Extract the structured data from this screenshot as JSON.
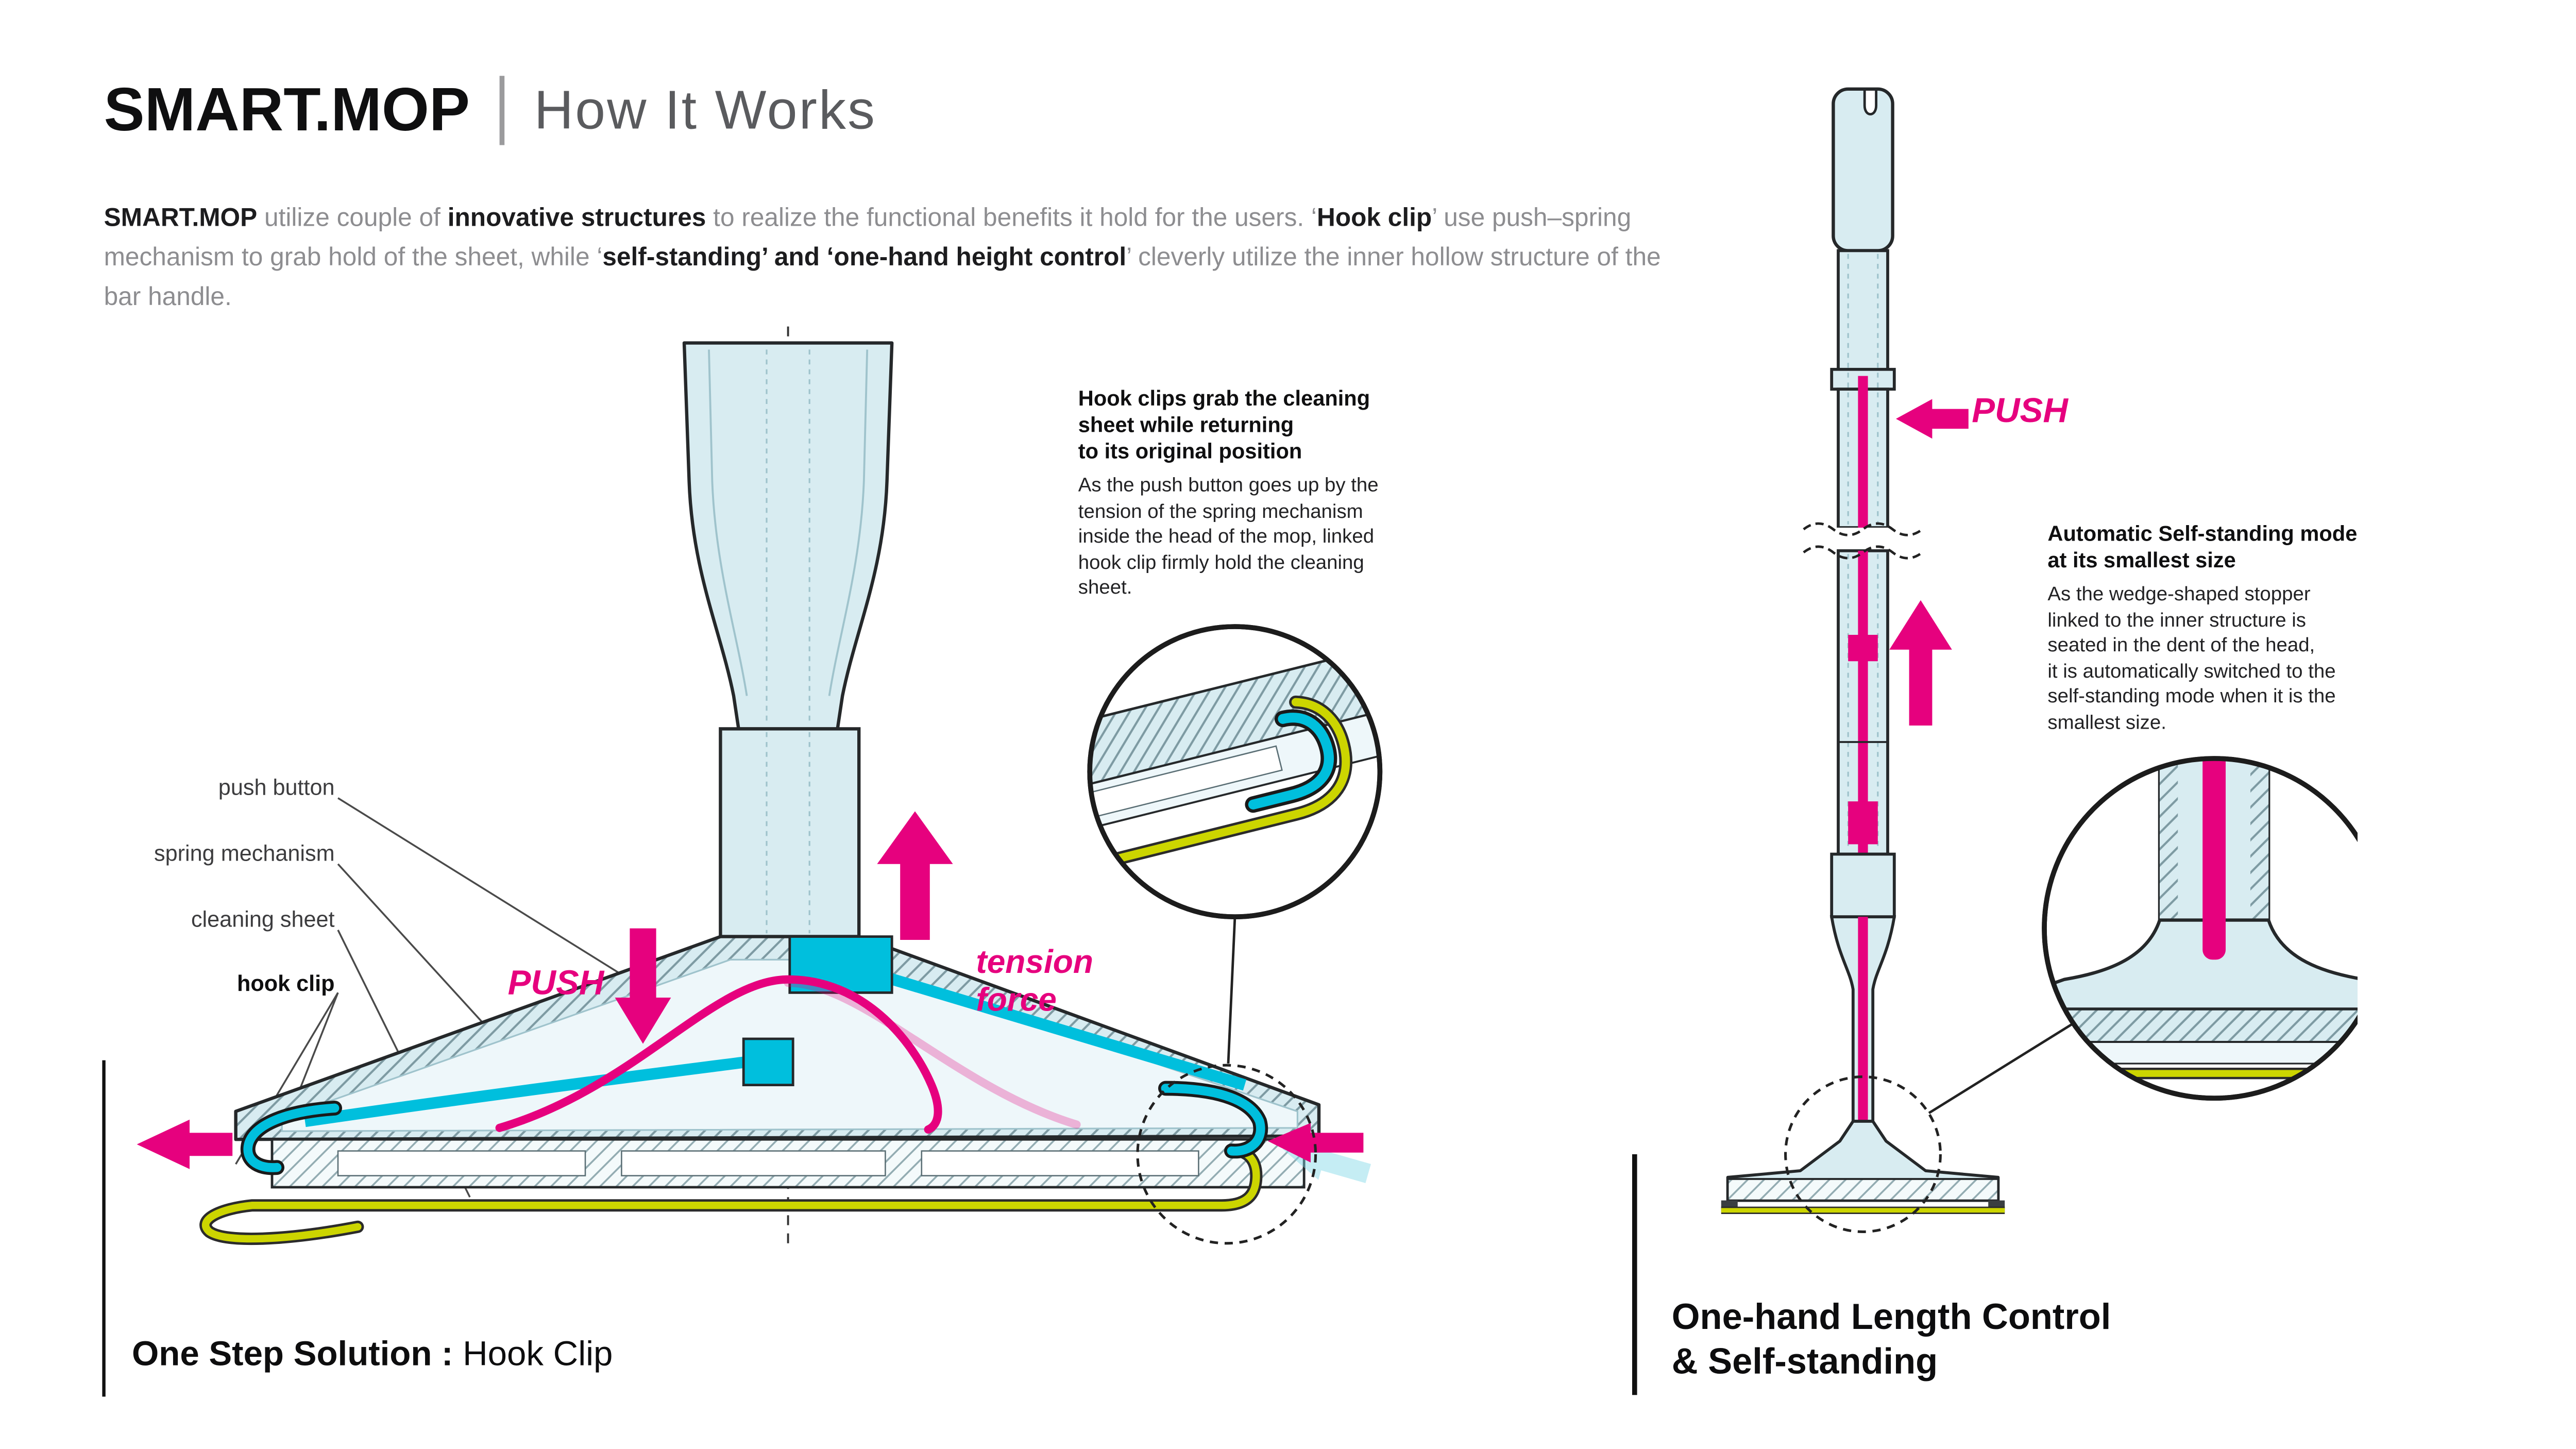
{
  "colors": {
    "magenta": "#E6017E",
    "cyan": "#00BFDD",
    "pale_cyan": "#D8ECF1",
    "lime": "#CCD500",
    "ink": "#231F20",
    "gray_text": "#8D8D90"
  },
  "header": {
    "brand": "SMART.MOP",
    "separator": "|",
    "title": "How It Works",
    "intro": {
      "b1": "SMART.MOP",
      "t1": " utilize couple of ",
      "b2": "innovative structures",
      "t2": " to realize the functional benefits it hold for the users. ‘",
      "b3": "Hook clip",
      "t3": "’ use push–spring mechanism to grab hold of the sheet, while ‘",
      "b4": "self-standing’ and ‘one-hand height control",
      "t4": "’ cleverly utilize the inner hollow structure of the bar handle."
    }
  },
  "hook_clip_section": {
    "part_labels": {
      "push_button": "push button",
      "spring_mechanism": "spring mechanism",
      "cleaning_sheet": "cleaning sheet",
      "hook_clip": "hook clip"
    },
    "push_label": "PUSH",
    "tension_label": "tension\nforce",
    "callout": {
      "heading": "Hook clips grab the cleaning\nsheet while returning\nto its original position",
      "body": "As the push button goes up by the\ntension of the spring mechanism\ninside the head of the mop, linked\nhook clip firmly hold the cleaning\nsheet."
    },
    "caption": {
      "bold": "One Step Solution :",
      "regular": " Hook Clip"
    }
  },
  "length_control_section": {
    "push_label": "PUSH",
    "callout": {
      "heading": "Automatic Self-standing mode\nat its smallest size",
      "body": "As the wedge-shaped stopper\nlinked to the inner structure is\nseated in the dent of the head,\nit is automatically switched to the\nself-standing mode when it is the\nsmallest size."
    },
    "caption": "One-hand Length Control\n& Self-standing"
  }
}
